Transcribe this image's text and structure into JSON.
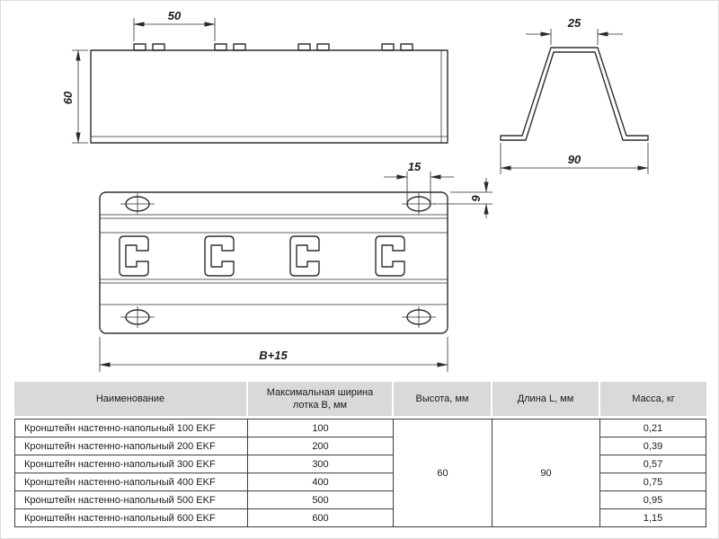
{
  "drawings": {
    "front_view": {
      "pitch_dim": "50",
      "height_dim": "60"
    },
    "section_view": {
      "top_width_dim": "25",
      "base_width_dim": "90"
    },
    "plan_view": {
      "hole_width_dim": "15",
      "hole_offset_dim": "9",
      "overall_width_dim": "B+15"
    }
  },
  "table": {
    "headers": {
      "name": "Наименование",
      "max_width": "Максимальная ширина лотка B, мм",
      "height": "Высота, мм",
      "length": "Длина L, мм",
      "mass": "Масса, кг"
    },
    "shared": {
      "height_mm": "60",
      "length_mm": "90"
    },
    "rows": [
      {
        "name": "Кронштейн настенно-напольный 100 EKF",
        "width": "100",
        "mass": "0,21"
      },
      {
        "name": "Кронштейн настенно-напольный 200 EKF",
        "width": "200",
        "mass": "0,39"
      },
      {
        "name": "Кронштейн настенно-напольный 300 EKF",
        "width": "300",
        "mass": "0,57"
      },
      {
        "name": "Кронштейн настенно-напольный 400 EKF",
        "width": "400",
        "mass": "0,75"
      },
      {
        "name": "Кронштейн настенно-напольный 500 EKF",
        "width": "500",
        "mass": "0,95"
      },
      {
        "name": "Кронштейн настенно-напольный 600 EKF",
        "width": "600",
        "mass": "1,15"
      }
    ]
  }
}
